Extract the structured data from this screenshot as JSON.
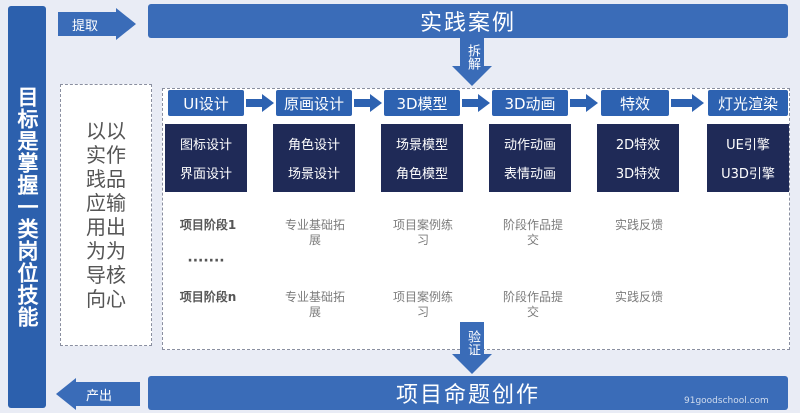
{
  "left_bar": {
    "text": "目标是掌握一类岗位技能"
  },
  "top": {
    "extract_label": "提取",
    "banner": "实践案例",
    "split_label": "拆解"
  },
  "side_box": {
    "text": "以以实作践品应输用出为为导核向心"
  },
  "categories": [
    {
      "label": "UI设计",
      "subs": [
        "图标设计",
        "界面设计"
      ]
    },
    {
      "label": "原画设计",
      "subs": [
        "角色设计",
        "场景设计"
      ]
    },
    {
      "label": "3D模型",
      "subs": [
        "场景模型",
        "角色模型"
      ]
    },
    {
      "label": "3D动画",
      "subs": [
        "动作动画",
        "表情动画"
      ]
    },
    {
      "label": "特效",
      "subs": [
        "2D特效",
        "3D特效"
      ]
    },
    {
      "label": "灯光渲染",
      "subs": [
        "UE引擎",
        "U3D引擎"
      ]
    }
  ],
  "stages": {
    "row1_label": "项目阶段1",
    "ellipsis": "·······",
    "row2_label": "项目阶段n",
    "steps": [
      "专业基础拓展",
      "项目案例练习",
      "阶段作品提交",
      "实践反馈"
    ]
  },
  "bottom": {
    "verify_label": "验证",
    "banner": "项目命题创作",
    "output_label": "产出"
  },
  "watermark": "91goodschool.com",
  "colors": {
    "primary": "#2d62b1",
    "dark": "#1f2a57",
    "bg": "#e9ecf5"
  }
}
